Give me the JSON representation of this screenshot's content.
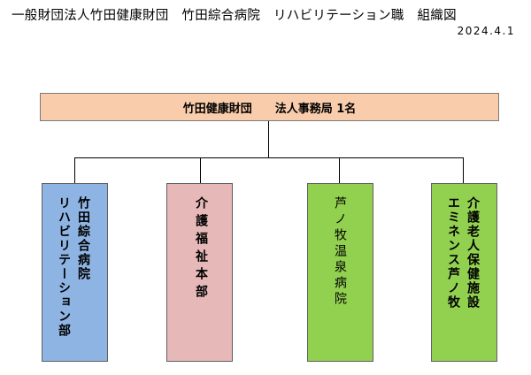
{
  "header": {
    "title": "一般財団法人竹田健康財団　竹田綜合病院　リハビリテーション職　組織図",
    "date": "2024.4.1"
  },
  "root": {
    "label": "竹田健康財団　　法人事務局 1名",
    "color": "#f9cdac"
  },
  "units": [
    {
      "lines": [
        "竹田綜合病院",
        "リハビリテーション部"
      ],
      "color": "#8eb4e3"
    },
    {
      "lines": [
        "介護福祉本部"
      ],
      "color": "#e6b9b8"
    },
    {
      "lines": [
        "芦ノ牧温泉病院"
      ],
      "color": "#92d050"
    },
    {
      "lines": [
        "介護老人保健施設",
        "エミネンス芦ノ牧"
      ],
      "color": "#92d050"
    }
  ]
}
